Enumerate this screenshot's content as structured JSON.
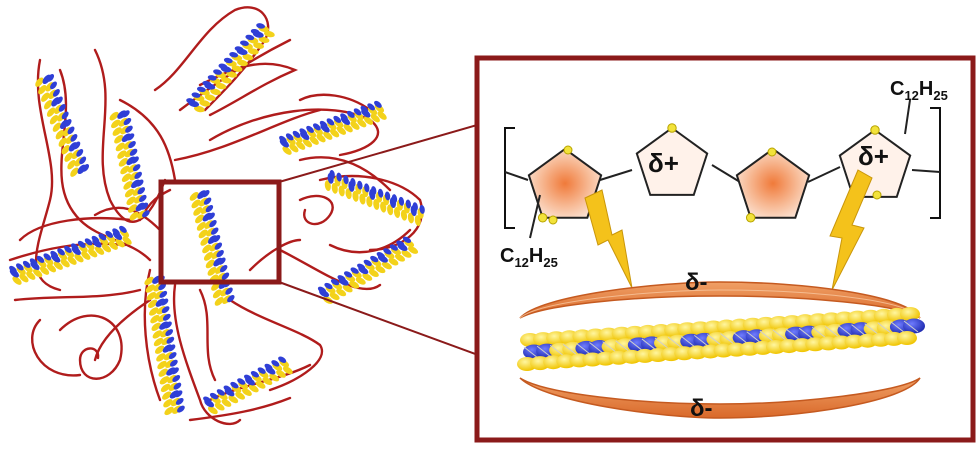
{
  "colors": {
    "polymer": "#b01c1c",
    "inset_frame": "#8b1a1a",
    "unit_blue": "#2f3fd6",
    "unit_yellow": "#f3d21a",
    "ring_fill": "#f6b48a",
    "ring_stroke": "#222222",
    "sulfur": "#f2e23a",
    "bolt": "#f4c21b",
    "band": "#e5823f"
  },
  "labels": {
    "delta_plus_left": "δ+",
    "delta_plus_right": "δ+",
    "delta_minus_top": "δ-",
    "delta_minus_bottom": "δ-",
    "alkyl_top": {
      "c": "C",
      "c_sub": "12",
      "h": "H",
      "h_sub": "25"
    },
    "alkyl_bottom": {
      "c": "C",
      "c_sub": "12",
      "h": "H",
      "h_sub": "25"
    }
  }
}
